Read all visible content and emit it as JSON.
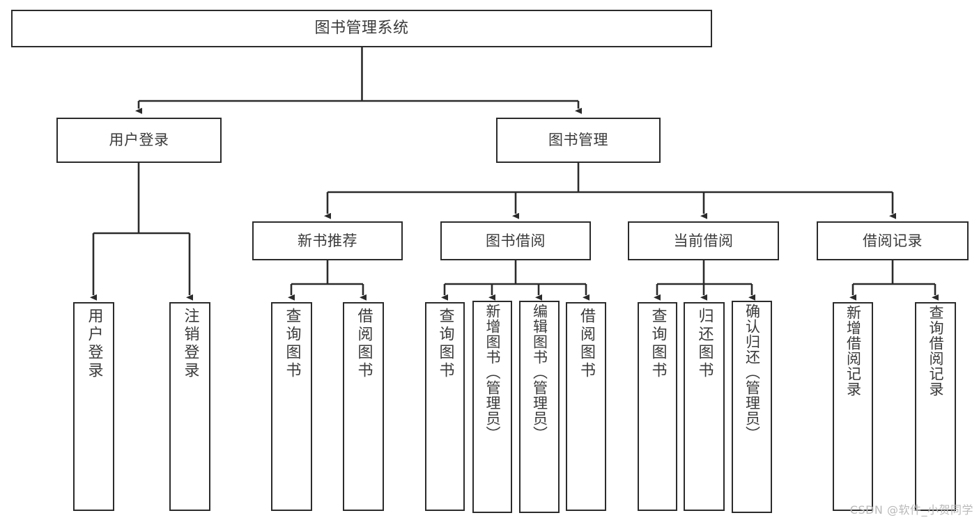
{
  "diagram": {
    "title": "图书管理系统",
    "type": "tree",
    "watermark": "CSDN @软件_小贺同学",
    "colors": {
      "border": "#2b2b2b",
      "text": "#3a3a3a",
      "background": "#ffffff",
      "edge": "#2b2b2b",
      "watermark": "#b9b9b9"
    },
    "nodes": {
      "root": {
        "label": "图书管理系统"
      },
      "level1": [
        {
          "id": "user-login",
          "label": "用户登录"
        },
        {
          "id": "book-manage",
          "label": "图书管理"
        }
      ],
      "level2": [
        {
          "id": "new-book-recommend",
          "label": "新书推荐"
        },
        {
          "id": "book-borrow",
          "label": "图书借阅"
        },
        {
          "id": "current-borrow",
          "label": "当前借阅"
        },
        {
          "id": "borrow-record",
          "label": "借阅记录"
        }
      ],
      "leaves": {
        "user-login": [
          {
            "id": "leaf-user-login",
            "label": "用户登录"
          },
          {
            "id": "leaf-logout-login",
            "label": "注销登录"
          }
        ],
        "new-book-recommend": [
          {
            "id": "leaf-query-book-1",
            "label": "查询图书"
          },
          {
            "id": "leaf-borrow-book-1",
            "label": "借阅图书"
          }
        ],
        "book-borrow": [
          {
            "id": "leaf-query-book-2",
            "label": "查询图书"
          },
          {
            "id": "leaf-add-book",
            "label": "新增图书（管理员）"
          },
          {
            "id": "leaf-edit-book",
            "label": "编辑图书（管理员）"
          },
          {
            "id": "leaf-borrow-book-2",
            "label": "借阅图书"
          }
        ],
        "current-borrow": [
          {
            "id": "leaf-query-book-3",
            "label": "查询图书"
          },
          {
            "id": "leaf-return-book",
            "label": "归还图书"
          },
          {
            "id": "leaf-confirm-return",
            "label": "确认归还（管理员）"
          }
        ],
        "borrow-record": [
          {
            "id": "leaf-add-record",
            "label": "新增借阅记录"
          },
          {
            "id": "leaf-query-record",
            "label": "查询借阅记录"
          }
        ]
      }
    }
  }
}
